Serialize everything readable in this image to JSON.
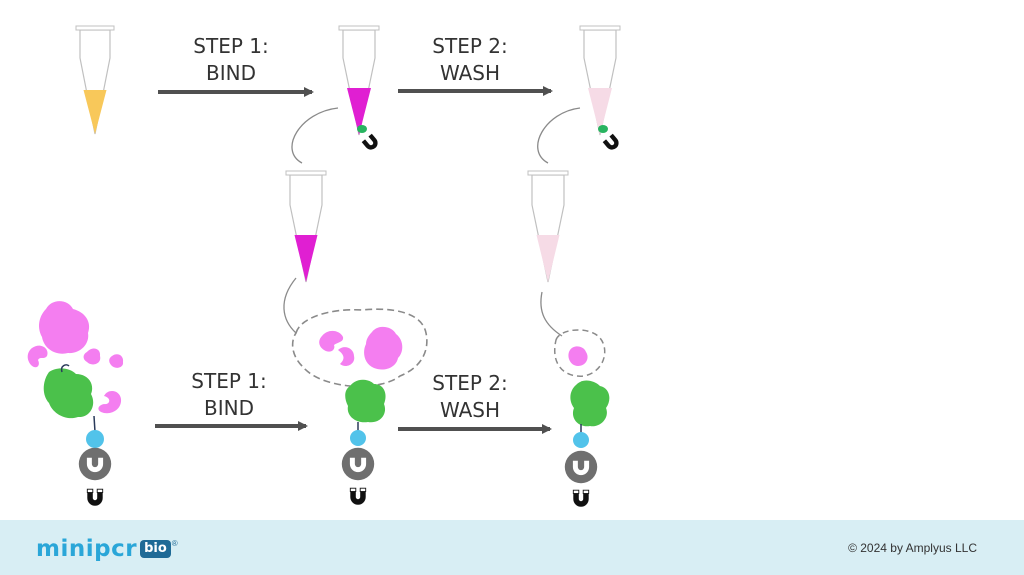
{
  "steps": {
    "top_step1": [
      "STEP 1:",
      "BIND"
    ],
    "top_step2": [
      "STEP 2:",
      "WASH"
    ],
    "bottom_step1": [
      "STEP 1:",
      "BIND"
    ],
    "bottom_step2": [
      "STEP 2:",
      "WASH"
    ]
  },
  "colors": {
    "sample_yellow": "#f8c85a",
    "magenta_liquid": "#e01fd2",
    "pale_pink_liquid": "#f6dbe6",
    "protein_pink": "#f47ef0",
    "antibody_green": "#4bc14b",
    "bead_blue": "#52c3ea",
    "magnet_gray": "#6f6f6f",
    "arrow_gray": "#505050",
    "footer_bg": "#d8eef4"
  },
  "footer": {
    "logo_text": "minipcr",
    "logo_badge": "bio",
    "logo_reg": "®",
    "copyright": "© 2024 by Amplyus LLC"
  }
}
